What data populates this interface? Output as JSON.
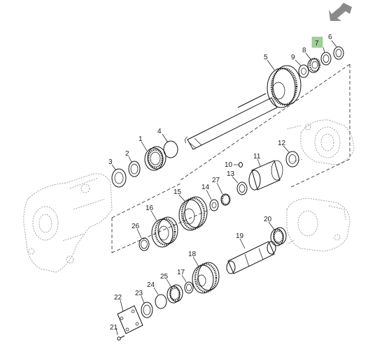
{
  "diagram": {
    "parts": [
      {
        "id": "p1",
        "number": "1"
      },
      {
        "id": "p2",
        "number": "2"
      },
      {
        "id": "p3",
        "number": "3"
      },
      {
        "id": "p4",
        "number": "4"
      },
      {
        "id": "p5",
        "number": "5"
      },
      {
        "id": "p6",
        "number": "6"
      },
      {
        "id": "p7",
        "number": "7",
        "highlighted": true
      },
      {
        "id": "p8",
        "number": "8"
      },
      {
        "id": "p9",
        "number": "9"
      },
      {
        "id": "p10",
        "number": "10"
      },
      {
        "id": "p11",
        "number": "11"
      },
      {
        "id": "p12",
        "number": "12"
      },
      {
        "id": "p13",
        "number": "13"
      },
      {
        "id": "p14",
        "number": "14"
      },
      {
        "id": "p15",
        "number": "15"
      },
      {
        "id": "p16",
        "number": "16"
      },
      {
        "id": "p17",
        "number": "17"
      },
      {
        "id": "p18",
        "number": "18"
      },
      {
        "id": "p19",
        "number": "19"
      },
      {
        "id": "p20",
        "number": "20"
      },
      {
        "id": "p21",
        "number": "21"
      },
      {
        "id": "p22",
        "number": "22"
      },
      {
        "id": "p23",
        "number": "23"
      },
      {
        "id": "p24",
        "number": "24"
      },
      {
        "id": "p25",
        "number": "25"
      },
      {
        "id": "p26",
        "number": "26"
      },
      {
        "id": "p27",
        "number": "27"
      }
    ],
    "highlight_color": "#9fcf9a",
    "nav_icon": "arrow-down-left-icon",
    "nav_icon_color": "#8a8a8a"
  }
}
